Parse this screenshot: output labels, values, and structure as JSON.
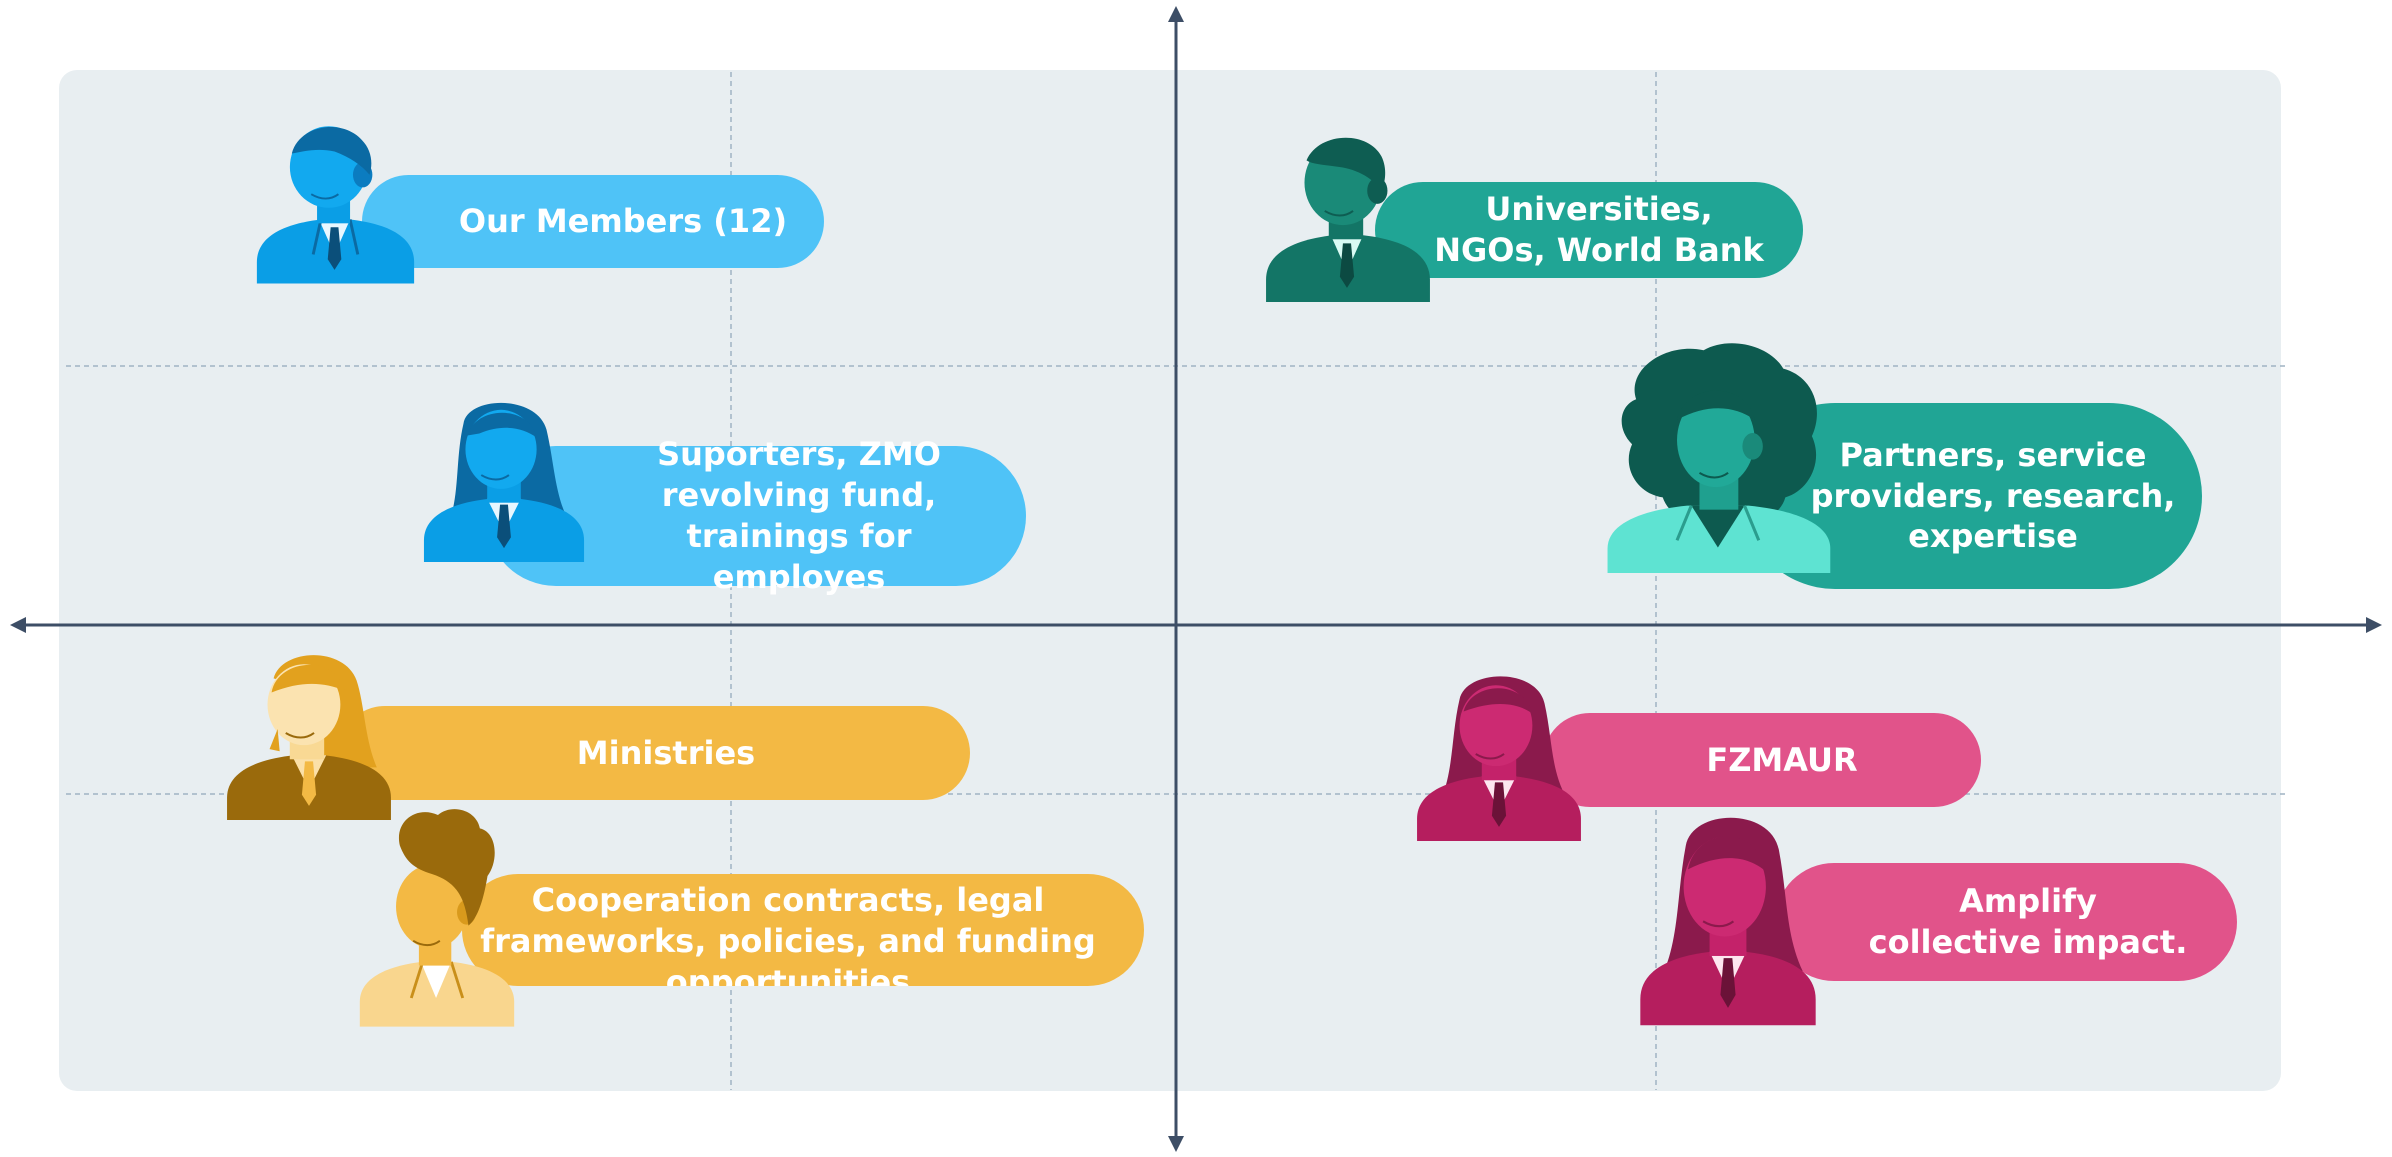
{
  "colors": {
    "panel": "#e8eef1",
    "axis": "#3d4e66",
    "grid": "#9fb3c4",
    "blue": "#4fc3f7",
    "teal": "#20a595",
    "yellow": "#f3b944",
    "pink": "#e1538a"
  },
  "quadrants": {
    "top_left": {
      "items": [
        {
          "label": "Our Members (12)",
          "icon": "man-avatar-icon",
          "color": "#4fc3f7"
        },
        {
          "label": "Suporters, ZMO revolving fund, trainings for employes",
          "icon": "woman-avatar-icon",
          "color": "#4fc3f7"
        }
      ]
    },
    "top_right": {
      "items": [
        {
          "label": "Universities, NGOs, World Bank",
          "icon": "man-avatar-icon",
          "color": "#20a595"
        },
        {
          "label": "Partners, service providers, research, expertise",
          "icon": "curly-hair-avatar-icon",
          "color": "#20a595"
        }
      ]
    },
    "bottom_left": {
      "items": [
        {
          "label": "Ministries",
          "icon": "woman-avatar-icon",
          "color": "#f3b944"
        },
        {
          "label": "Cooperation contracts, legal frameworks, policies, and funding opportunities",
          "icon": "man-avatar-icon",
          "color": "#f3b944"
        }
      ]
    },
    "bottom_right": {
      "items": [
        {
          "label": "FZMAUR",
          "icon": "woman-avatar-icon",
          "color": "#e1538a"
        },
        {
          "label": "Amplify collective impact.",
          "icon": "woman-avatar-icon",
          "color": "#e1538a"
        }
      ]
    }
  }
}
